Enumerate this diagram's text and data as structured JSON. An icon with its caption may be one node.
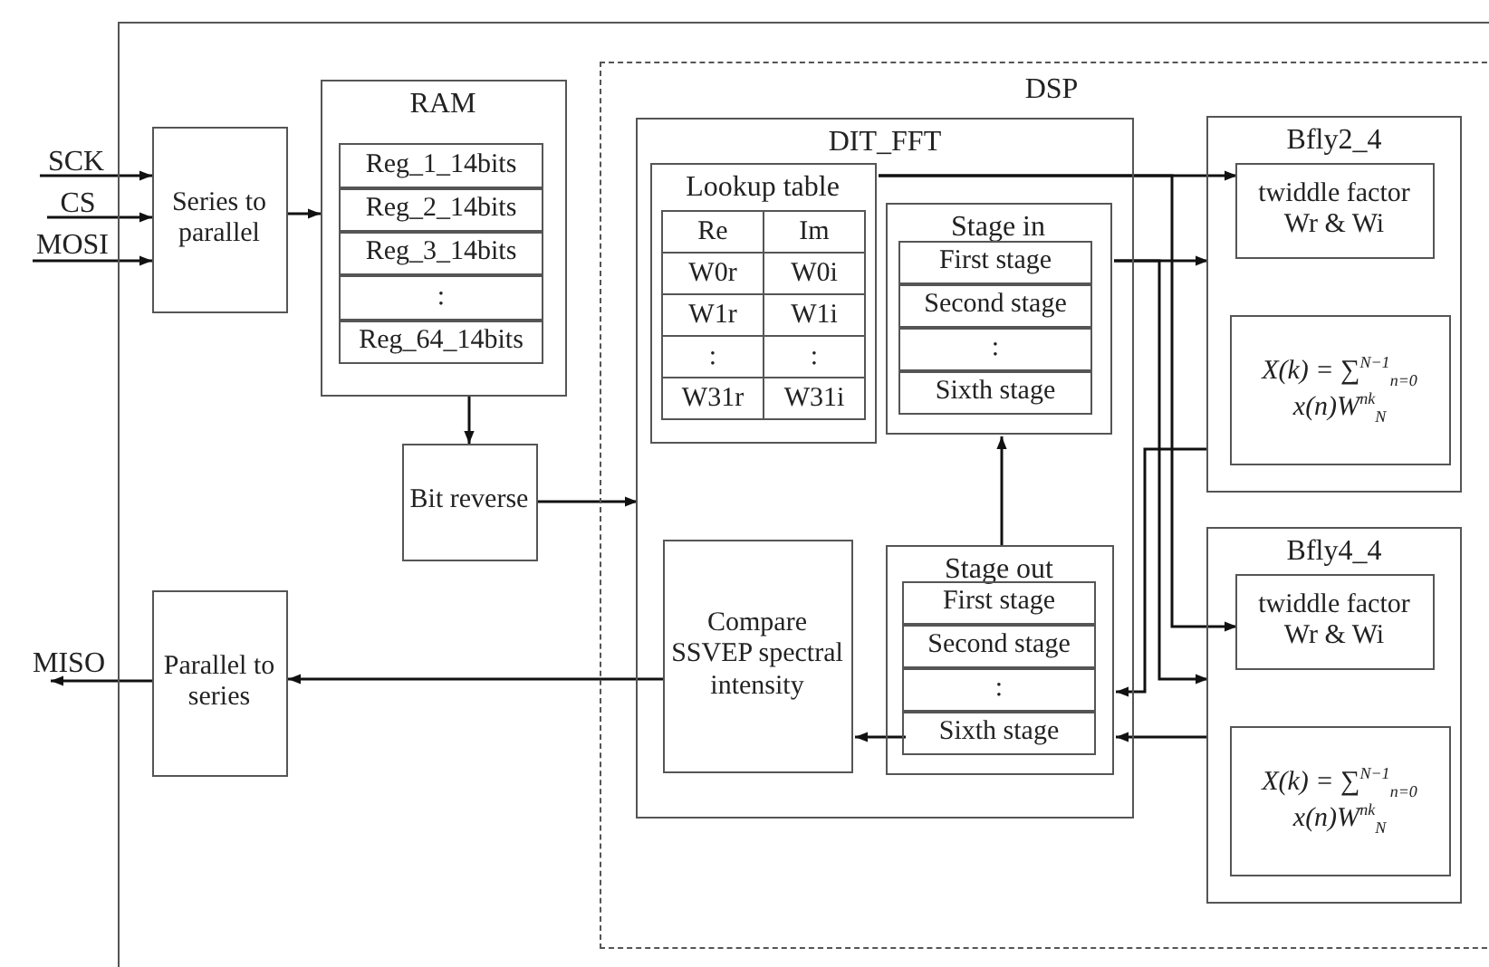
{
  "diagram": {
    "nodes": [
      {
        "text": [],
        "shape": "box"
      },
      {
        "text": [
          "SCK"
        ]
      },
      {
        "text": [
          "CS"
        ]
      },
      {
        "text": [
          "MOSI"
        ]
      },
      {
        "text": [
          "MISO"
        ]
      },
      {
        "text": [
          "Series to parallel"
        ],
        "in": 0
      },
      {
        "text": [
          "RAM"
        ],
        "in": 0
      },
      {
        "text": [
          "Reg_1_14bits"
        ],
        "in": 6
      },
      {
        "text": [
          "Reg_2_14bits"
        ],
        "in": 6
      },
      {
        "text": [
          "Reg_3_14bits"
        ],
        "in": 6
      },
      {
        "text": [
          ":"
        ],
        "in": 6
      },
      {
        "text": [
          "Reg_64_14bits"
        ],
        "in": 6
      },
      {
        "text": [
          "Bit reverse"
        ],
        "in": 0
      },
      {
        "text": [
          "Parallel to series"
        ],
        "in": 0
      },
      {
        "text": [
          "DSP"
        ],
        "in": 0
      },
      {
        "text": [
          "DIT_FFT"
        ],
        "in": 14
      },
      {
        "text": [
          "Lookup table"
        ],
        "in": 15
      },
      {
        "text": [
          "Stage in"
        ],
        "in": 15
      },
      {
        "text": [
          "First stage"
        ],
        "in": 17
      },
      {
        "text": [
          "Second stage"
        ],
        "in": 17
      },
      {
        "text": [
          ":"
        ],
        "in": 17
      },
      {
        "text": [
          "Sixth stage"
        ],
        "in": 17
      },
      {
        "text": [
          "Compare SSVEP spectral intensity"
        ],
        "in": 15
      },
      {
        "text": [
          "Stage out"
        ],
        "in": 15
      },
      {
        "text": [
          "First stage"
        ],
        "in": 23
      },
      {
        "text": [
          "Second stage"
        ],
        "in": 23
      },
      {
        "text": [
          ":"
        ],
        "in": 23
      },
      {
        "text": [
          "Sixth stage"
        ],
        "in": 23
      },
      {
        "text": [
          "Bfly2_4"
        ],
        "in": 14
      },
      {
        "text": [
          "twiddle factor Wr & Wi"
        ],
        "in": 28
      },
      {
        "text": [
          "X(k) = ∑$^{N−1}$$_{n=0}$ x(n)W$^{nk}$$_{N}$"
        ],
        "in": 28
      },
      {
        "text": [
          "Bfly4_4"
        ],
        "in": 14
      },
      {
        "text": [
          "twiddle factor Wr & Wi"
        ],
        "in": 31
      },
      {
        "text": [
          "X(k) = ∑$^{N−1}$$_{n=0}$ x(n)W$^{nk}$$_{N}$"
        ],
        "in": 31
      }
    ],
    "edges": [
      {
        "from": 1,
        "to": 5,
        "arrow": "to"
      },
      {
        "from": 2,
        "to": 5,
        "arrow": "to"
      },
      {
        "from": 3,
        "to": 5,
        "arrow": "to"
      },
      {
        "from": 5,
        "to": 6,
        "arrow": "to"
      },
      {
        "from": 6,
        "to": 12,
        "arrow": "to"
      },
      {
        "from": 12,
        "to": 15,
        "arrow": "to"
      },
      {
        "from": 22,
        "to": 13,
        "arrow": "to"
      },
      {
        "from": 13,
        "to": 4,
        "arrow": "to"
      },
      {
        "from": 16,
        "to": 29,
        "arrow": "to"
      },
      {
        "from": 16,
        "to": 32,
        "arrow": "to"
      },
      {
        "from": 17,
        "to": 28,
        "arrow": "to"
      },
      {
        "from": 17,
        "to": 31,
        "arrow": "to"
      },
      {
        "from": 28,
        "to": 23,
        "arrow": "to"
      },
      {
        "from": 31,
        "to": 23,
        "arrow": "to"
      },
      {
        "from": 23,
        "to": 17,
        "arrow": "to"
      },
      {
        "from": 27,
        "to": 22,
        "arrow": "to"
      }
    ],
    "labels": [
      "Re",
      "Im",
      "W0r",
      "W0i",
      "W1r",
      "W1i",
      ":",
      ":",
      "W31r",
      "W31i"
    ]
  }
}
